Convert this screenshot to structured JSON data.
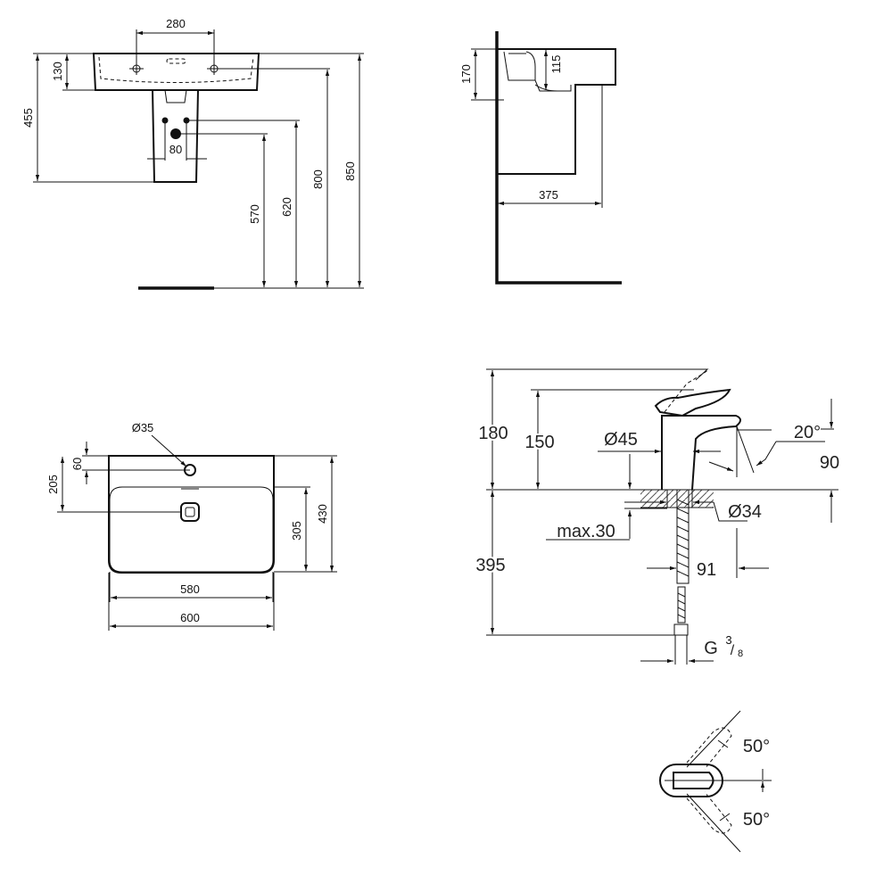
{
  "front_view": {
    "d_holes": "280",
    "d_rim": "130",
    "d_basin_height": "455",
    "d_inlets": "80",
    "d_waste_height": "570",
    "d_inlet_height": "620",
    "d_tap_height": "800",
    "d_total_height": "850"
  },
  "side_view": {
    "d_basin_depth": "170",
    "d_bowl_depth": "115",
    "d_projection": "375"
  },
  "top_view": {
    "d_taphole": "Ø35",
    "d_taphole_offset": "60",
    "d_waste_offset": "205",
    "d_bowl_depth": "305",
    "d_depth": "430",
    "d_bowl_width": "580",
    "d_width": "600"
  },
  "faucet_view": {
    "d_max_height": "180",
    "d_height": "150",
    "d_body": "Ø45",
    "d_angle": "20°",
    "d_spout_height": "90",
    "d_hole": "Ø34",
    "d_max_deck": "max.30",
    "d_below": "395",
    "d_reach": "91",
    "d_conn": "G",
    "d_conn_num": "3",
    "d_conn_den": "8"
  },
  "lever_view": {
    "angle_top": "50°",
    "angle_bottom": "50°"
  }
}
